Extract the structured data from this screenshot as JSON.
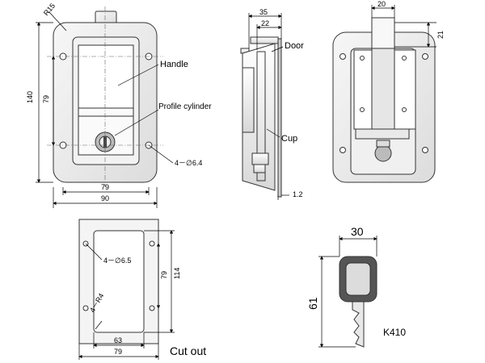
{
  "front_view": {
    "radius": "R15",
    "height_total": "140",
    "height_inner": "79",
    "width_inner": "79",
    "width_total": "90",
    "holes": "4－∅6.4",
    "label_handle": "Handle",
    "label_cylinder": "Profile cylinder"
  },
  "side_view": {
    "width_total": "35",
    "width_inner": "22",
    "thickness": "1.2",
    "label_door": "Door",
    "label_cup": "Cup"
  },
  "rear_view": {
    "width_top": "20",
    "height_top": "21"
  },
  "cutout": {
    "holes": "4－∅6.5",
    "corner_radius": "4－R4",
    "height_inner": "79",
    "height_total": "114",
    "width_inner": "63",
    "width_total": "79",
    "title": "Cut out"
  },
  "key": {
    "width": "30",
    "height": "61",
    "model": "K410"
  }
}
